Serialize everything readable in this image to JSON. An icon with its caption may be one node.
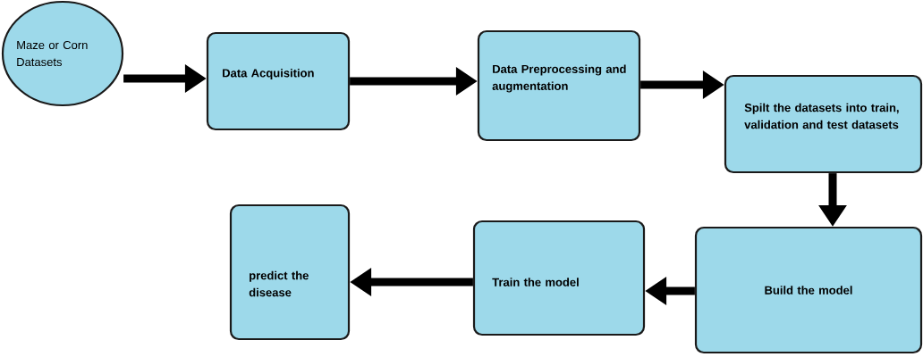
{
  "diagram": {
    "nodes": [
      {
        "text": [
          "Maze or Corn Datasets"
        ]
      },
      {
        "text": [
          "Data Acquisition"
        ]
      },
      {
        "text": [
          "Data   Preprocessing and augmentation"
        ]
      },
      {
        "text": [
          "Spilt the datasets into train, validation and test datasets"
        ]
      },
      {
        "text": [
          "Build the model"
        ]
      },
      {
        "text": [
          "Train the model"
        ]
      },
      {
        "text": [
          "predict the disease"
        ]
      }
    ],
    "edges": [
      {
        "from": 0,
        "to": 1,
        "arrow": "to"
      },
      {
        "from": 1,
        "to": 2,
        "arrow": "to"
      },
      {
        "from": 2,
        "to": 3,
        "arrow": "to"
      },
      {
        "from": 3,
        "to": 4,
        "arrow": "to"
      },
      {
        "from": 4,
        "to": 5,
        "arrow": "to"
      },
      {
        "from": 5,
        "to": 6,
        "arrow": "to"
      }
    ]
  }
}
